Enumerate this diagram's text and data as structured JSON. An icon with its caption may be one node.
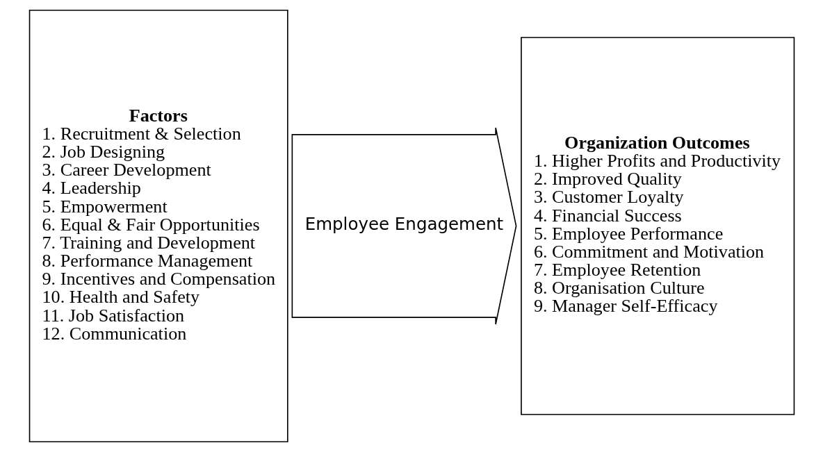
{
  "diagram": {
    "nodes": [
      {
        "text": [
          "Factors",
          "1. Recruitment & Selection",
          "2. Job Designing",
          "3. Career Development",
          "4. Leadership",
          "5. Empowerment",
          "6. Equal & Fair Opportunities",
          "7. Training and Development",
          "8. Performance Management",
          "9. Incentives and Compensation",
          "10. Health and Safety",
          "11. Job Satisfaction",
          "12. Communication"
        ]
      },
      {
        "text": [
          "Employee Engagement"
        ]
      },
      {
        "text": [
          "Organization Outcomes",
          "1. Higher Profits and Productivity",
          "2. Improved Quality",
          "3. Customer Loyalty",
          "4. Financial Success",
          "5. Employee Performance",
          "6. Commitment and Motivation",
          "7. Employee Retention",
          "8. Organisation Culture",
          "9. Manager Self-Efficacy"
        ]
      }
    ]
  }
}
